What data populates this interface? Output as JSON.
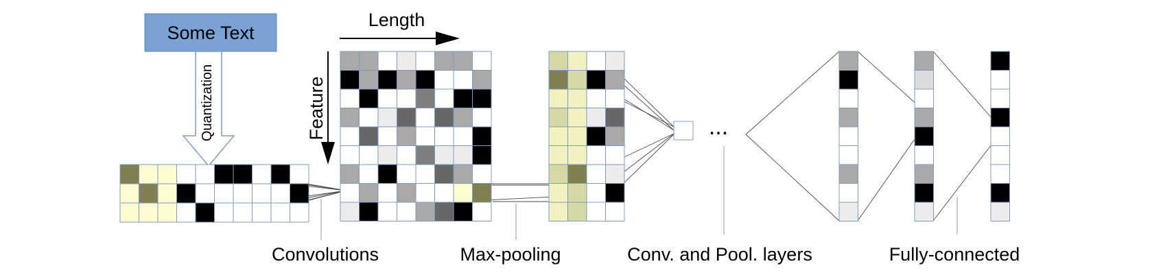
{
  "input_box": {
    "text": "Some Text",
    "fill": "#7aa3d4"
  },
  "quantization_label": "Quantization",
  "axis": {
    "length_label": "Length",
    "feature_label": "Feature"
  },
  "ellipsis": "...",
  "stage_labels": {
    "convolutions": "Convolutions",
    "max_pooling": "Max-pooling",
    "conv_pool_layers": "Conv. and Pool. layers",
    "fully_connected": "Fully-connected"
  },
  "colors": {
    "grid_line": "#7f9bc4",
    "connector": "#4a4a4a",
    "highlight_light": "#fdfcce",
    "highlight_dark": "#808050"
  }
}
